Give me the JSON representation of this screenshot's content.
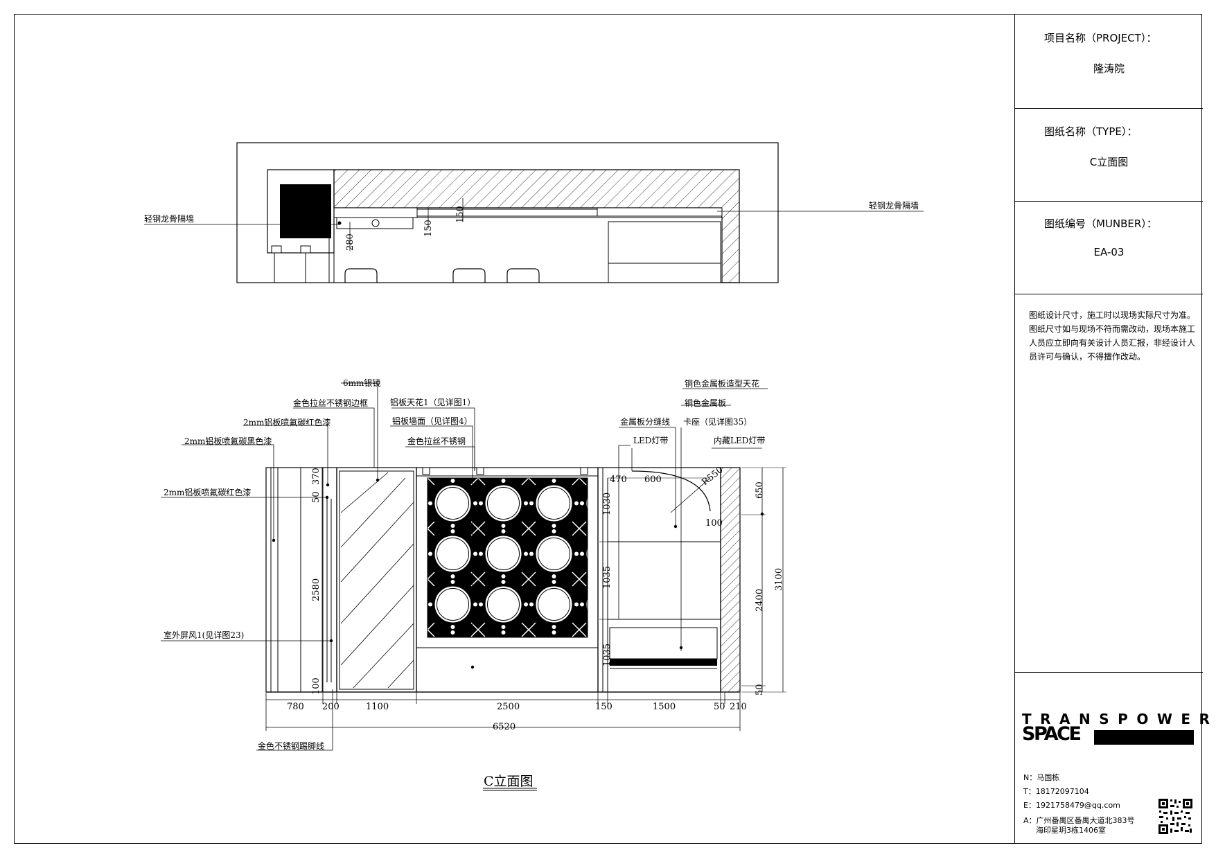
{
  "title_block": {
    "project_label": "项目名称（PROJECT）：",
    "project_value": "隆涛院",
    "type_label": "图纸名称（TYPE）：",
    "type_value": "C立面图",
    "number_label": "图纸编号（MUNBER）：",
    "number_value": "EA-03",
    "note": "图纸设计尺寸，施工时以现场实际尺寸为准。图纸尺寸如与现场不符而需改动，现场本施工人员应立即向有关设计人员汇报，非经设计人员许可与确认，不得擅作改动。",
    "logo_line1": "TRANSPOWER",
    "logo_line2": "SPACE",
    "contact_n": "N：马国栋",
    "contact_t": "T：18172097104",
    "contact_e": "E：1921758479@qq.com",
    "contact_a1": "A：广州番禺区番禺大道北383号",
    "contact_a2": "海印星玥3栋1406室"
  },
  "plan": {
    "label_left": "轻钢龙骨隔墙",
    "label_right": "轻钢龙骨隔墙",
    "dim_150a": "150",
    "dim_150b": "150",
    "dim_280": "280"
  },
  "elevation": {
    "title": "C立面图",
    "labels": {
      "mirror": "6mm银镜",
      "gold_frame": "金色拉丝不锈钢边框",
      "red_paint_top": "2mm铝板喷氟碳红色漆",
      "black_paint": "2mm铝板喷氟碳黑色漆",
      "red_paint_mid": "2mm铝板喷氟碳红色漆",
      "outdoor_screen": "室外屏风1(见详图23)",
      "skirting": "金色不锈钢踢脚线",
      "alu_ceiling": "铝板天花1（见详图1）",
      "alu_wall": "铝板墙面（见详图4）",
      "gold_steel": "金色拉丝不锈钢",
      "copper_ceiling": "铜色金属板造型天花",
      "copper_panel": "铜色金属板",
      "metal_joint": "金属板分缝线",
      "seat": "卡座（见详图35）",
      "led_strip": "LED灯带",
      "hidden_led": "内藏LED灯带"
    },
    "dims_bottom": [
      "780",
      "200",
      "1100",
      "2500",
      "150",
      "1500",
      "50",
      "210"
    ],
    "dim_total": "6520",
    "dims_left": [
      "370",
      "50",
      "2580",
      "100"
    ],
    "dims_mid": [
      "1030",
      "1035",
      "1035"
    ],
    "dims_right": [
      "650",
      "2400",
      "50",
      "3100"
    ],
    "dims_top": [
      "470",
      "600",
      "R550",
      "100"
    ]
  }
}
